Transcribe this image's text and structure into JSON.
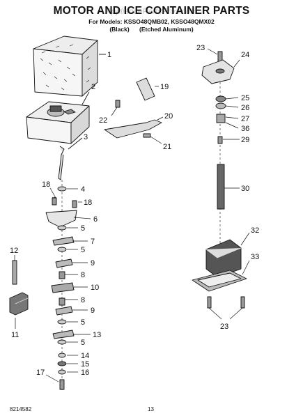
{
  "header": {
    "title": "MOTOR AND ICE CONTAINER PARTS",
    "watermark": "AppliancePartsPros.com",
    "models_line": "For Models: KSSO48QMB02, KSSO48QMX02",
    "variant_black": "(Black)",
    "variant_aluminum": "(Etched Aluminum)"
  },
  "footer": {
    "doc_number": "8214582",
    "page_number": "13"
  },
  "callouts": [
    "1",
    "2",
    "3",
    "4",
    "5",
    "5",
    "5",
    "5",
    "6",
    "7",
    "8",
    "8",
    "9",
    "9",
    "10",
    "11",
    "12",
    "13",
    "14",
    "15",
    "16",
    "17",
    "18",
    "18",
    "19",
    "20",
    "21",
    "22",
    "23",
    "23",
    "24",
    "25",
    "26",
    "27",
    "29",
    "30",
    "32",
    "33",
    "36"
  ]
}
